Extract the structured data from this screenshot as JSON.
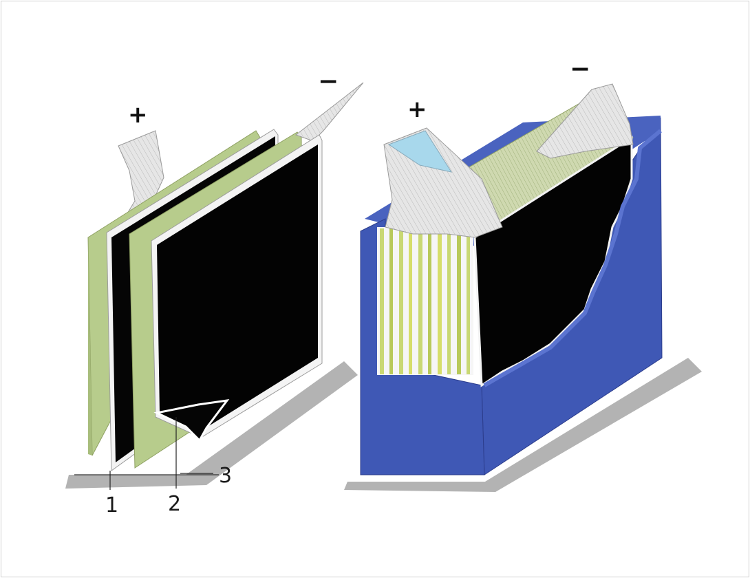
{
  "left_cell": {
    "positive_sign": "+",
    "negative_sign": "−",
    "callouts": [
      "1",
      "2",
      "3"
    ]
  },
  "right_cell": {
    "positive_sign": "+",
    "negative_sign": "−"
  },
  "colors": {
    "separator_green": "#b7cc8c",
    "electrode_black": "#030303",
    "case_blue": "#3f58b5",
    "case_blue_dark": "#2f44a0",
    "tab_grey": "#e2e2e2"
  }
}
